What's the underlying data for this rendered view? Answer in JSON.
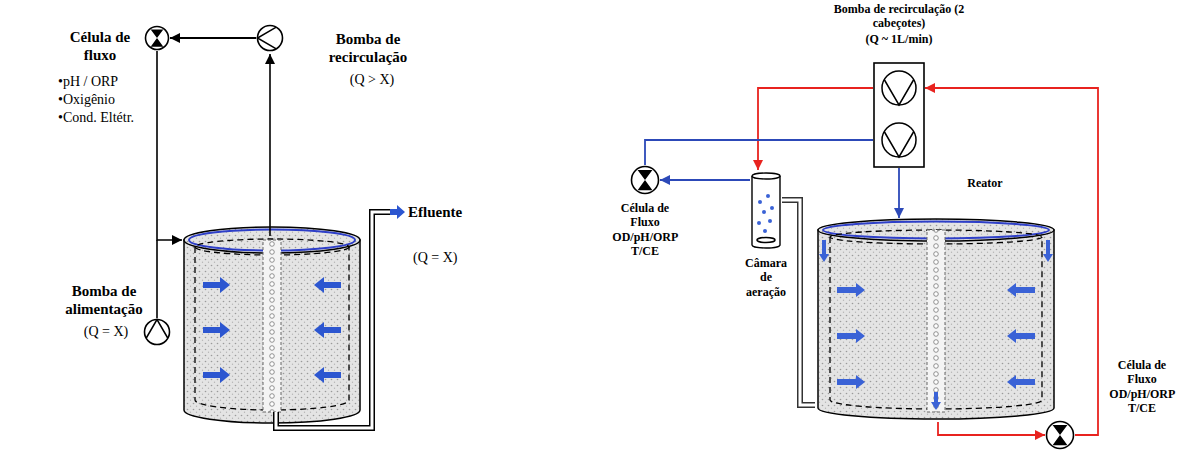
{
  "diagram": {
    "nodes": [
      {
        "text": [
          "Célula de fluxo",
          "•pH / ORP",
          "•Oxigênio",
          "•Cond. Eltétr."
        ]
      },
      {
        "text": [
          "Bomba de recirculação",
          "(Q > X)"
        ]
      },
      {
        "text": [
          "Bomba de alimentação",
          "(Q = X)"
        ]
      },
      {
        "text": [
          "Bomba de recirculação (2 cabeçotes)",
          "(Q ~ 1L/min)"
        ]
      },
      {
        "text": [
          "Célula de Fluxo OD/pH/ORP T/CE"
        ]
      },
      {
        "text": [
          "Câmara de aeração"
        ]
      },
      {
        "text": [
          "Reator"
        ]
      },
      {
        "text": [
          "Célula de Fluxo OD/pH/ORP T/CE"
        ]
      }
    ],
    "edges": [
      {
        "from": 1,
        "to": 0,
        "arrow": "to"
      },
      {
        "from": 3,
        "to": 5,
        "arrow": "to"
      },
      {
        "from": 5,
        "to": 4,
        "arrow": "to"
      },
      {
        "from": 4,
        "to": 3,
        "arrow": "none"
      },
      {
        "from": 3,
        "to": 6,
        "arrow": "to"
      },
      {
        "from": 6,
        "to": 7,
        "arrow": "to"
      },
      {
        "from": 7,
        "to": 3,
        "arrow": "to"
      },
      {
        "from": 6,
        "to": 5,
        "arrow": "none"
      }
    ],
    "labels": [
      "Efluente",
      "(Q = X)"
    ]
  }
}
